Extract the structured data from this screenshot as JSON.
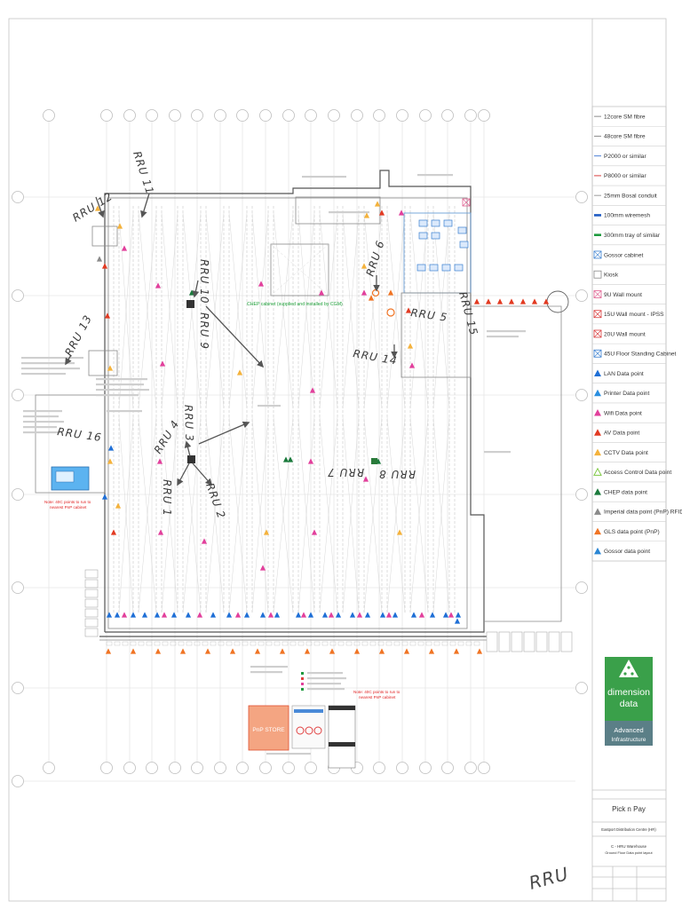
{
  "legend": {
    "items": [
      {
        "label": "12core SM fibre",
        "symbol": "line",
        "color": "#8a8a8a"
      },
      {
        "label": "48core SM fibre",
        "symbol": "line",
        "color": "#8a8a8a"
      },
      {
        "label": "P2000 or similar",
        "symbol": "line",
        "color": "#4a7fd6"
      },
      {
        "label": "P8000 or similar",
        "symbol": "line",
        "color": "#d94040"
      },
      {
        "label": "25mm Bosal conduit",
        "symbol": "line",
        "color": "#9a9a9a"
      },
      {
        "label": "100mm wiremesh",
        "symbol": "thick-line",
        "color": "#1f5bc4"
      },
      {
        "label": "300mm tray of similar",
        "symbol": "thick-line",
        "color": "#1e9a3e"
      },
      {
        "label": "Gossor cabinet",
        "symbol": "xbox",
        "color": "#3a7fd0"
      },
      {
        "label": "Kiosk",
        "symbol": "box",
        "color": "#8a8a8a"
      },
      {
        "label": "9U Wall mount",
        "symbol": "xbox",
        "color": "#e06090"
      },
      {
        "label": "15U Wall mount - IPSS",
        "symbol": "xbox",
        "color": "#d83a3a"
      },
      {
        "label": "20U Wall mount",
        "symbol": "xbox",
        "color": "#d83a3a"
      },
      {
        "label": "45U Floor Standing Cabinet",
        "symbol": "xbox",
        "color": "#3a7fd0"
      },
      {
        "label": "LAN Data point",
        "symbol": "triangle",
        "color": "#1f6fd6"
      },
      {
        "label": "Printer Data point",
        "symbol": "triangle",
        "color": "#2a8fe0"
      },
      {
        "label": "Wifi Data point",
        "symbol": "triangle",
        "color": "#e2409c"
      },
      {
        "label": "AV Data point",
        "symbol": "triangle",
        "color": "#e23a22"
      },
      {
        "label": "CCTV Data point",
        "symbol": "triangle",
        "color": "#f4b23c"
      },
      {
        "label": "Access Control Data point",
        "symbol": "triangle-outline",
        "color": "#7cc840"
      },
      {
        "label": "CHEP data point",
        "symbol": "triangle",
        "color": "#1b7a3c"
      },
      {
        "label": "Imperial data point (PnP) RFID",
        "symbol": "triangle",
        "color": "#8a8a8a"
      },
      {
        "label": "GLS data point (PnP)",
        "symbol": "triangle",
        "color": "#f07424"
      },
      {
        "label": "Gossor data point",
        "symbol": "triangle",
        "color": "#2a86d4"
      }
    ]
  },
  "marker_colors": {
    "lan": "#1f6fd6",
    "wifi": "#e2409c",
    "av": "#e23a22",
    "cctv": "#f4b23c",
    "gls": "#f07424",
    "chep": "#1b7a3c",
    "access": "#7cc840",
    "imperial": "#8a8a8a"
  },
  "handwritten": {
    "rru_1": "RRU 1",
    "rru_2": "RRU 2",
    "rru_3": "RRU 3",
    "rru_4": "RRU 4",
    "rru_5": "RRU 5",
    "rru_6": "RRU 6",
    "rru_7": "RRU 7",
    "rru_8": "RRU 8",
    "rru_9": "RRU 9",
    "rru_10": "RRU 10",
    "rru_11": "RRU 11",
    "rru_12": "RRU 12",
    "rru_13": "RRU 13",
    "rru_14": "RRU 14",
    "rru_15": "RRU 15",
    "rru_16": "RRU 16",
    "rru_corner": "RRU"
  },
  "notes": {
    "chep_cabinet": "CHEP cabinet (supplied and installed by CGM)",
    "left_line1": "Note: 40C points to run to",
    "left_line2": "nearest PnP cabinet",
    "bottom_line1": "Note: 40C points to run to",
    "bottom_line2": "nearest PnP cabinet"
  },
  "store": {
    "label": "PnP STORE"
  },
  "logo": {
    "brand_line1": "dimension",
    "brand_line2": "data",
    "tagline_line1": "Advanced",
    "tagline_line2": "Infrastructure",
    "brand_color": "#3aa04a",
    "band_color": "#5b7f87"
  },
  "title_block": {
    "client": "Pick n Pay",
    "project": "Eastport Distribution Centre (HR)",
    "drawing_line1": "C - HRU Warehouse",
    "drawing_line2": "Ground Floor Data point layout"
  }
}
